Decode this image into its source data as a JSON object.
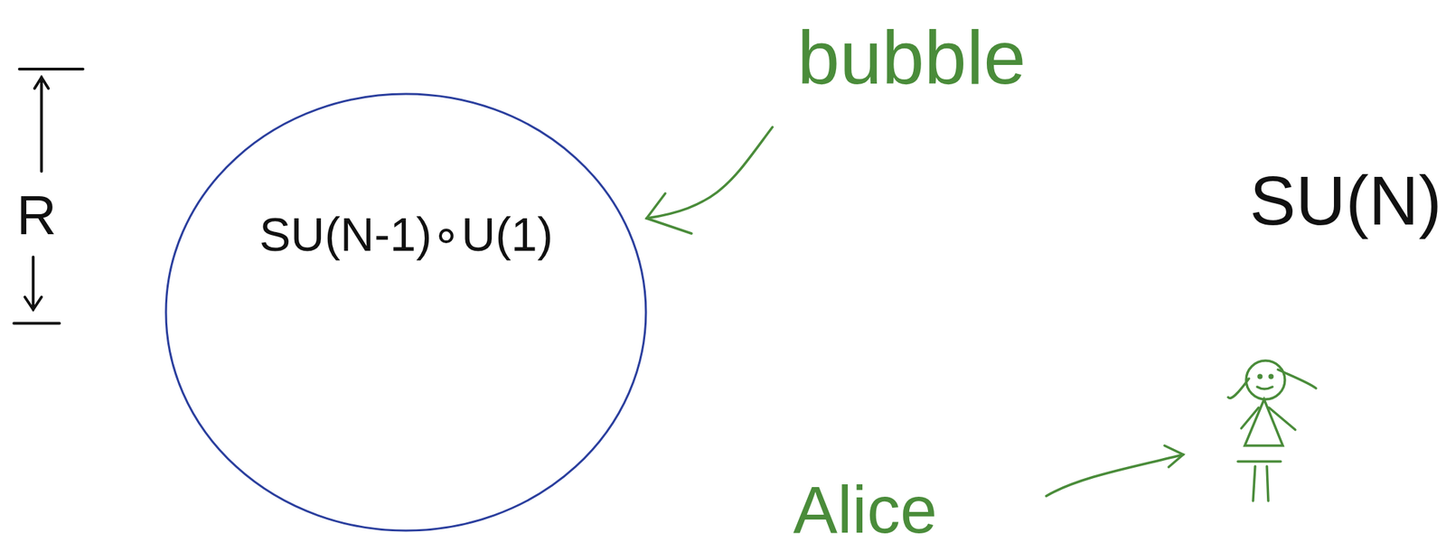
{
  "diagram": {
    "nodes": [
      {
        "text": [
          "SU(N-1)∘U(1)"
        ]
      }
    ],
    "labels": [
      "R",
      "bubble",
      "SU(N)",
      "Alice"
    ]
  }
}
